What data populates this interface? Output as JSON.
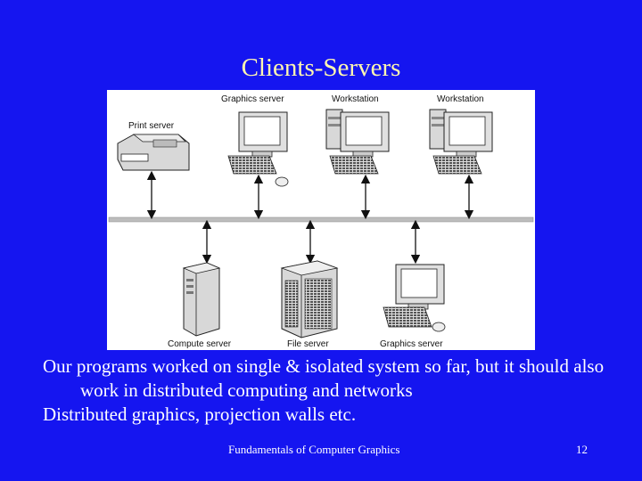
{
  "slide": {
    "title": "Clients-Servers",
    "bullets": [
      "Our programs worked on single & isolated system so far, but it should also work in distributed computing and networks",
      "Distributed graphics, projection walls etc."
    ],
    "footer": "Fundamentals of Computer Graphics",
    "page_number": "12"
  },
  "diagram": {
    "labels": {
      "graphics_server_top": "Graphics server",
      "workstation_1": "Workstation",
      "workstation_2": "Workstation",
      "print_server": "Print server",
      "compute_server": "Compute server",
      "file_server": "File server",
      "graphics_server_bottom": "Graphics server"
    }
  }
}
